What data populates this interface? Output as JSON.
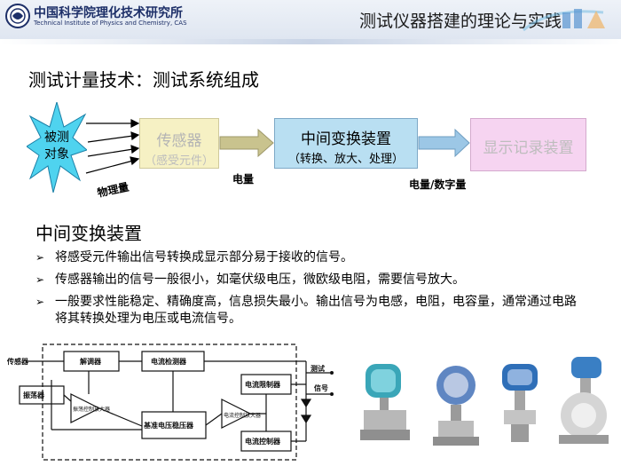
{
  "header": {
    "institute_cn": "中国科学院理化技术研究所",
    "institute_en": "Technical Institute of Physics and Chemistry, CAS",
    "deck_title": "测试仪器搭建的理论与实践"
  },
  "slide_title": "测试计量技术：测试系统组成",
  "flow": {
    "object_line1": "被测",
    "object_line2": "对象",
    "physical_label": "物理量",
    "sensor_title": "传感器",
    "sensor_sub": "（感受元件）",
    "electric_label": "电量",
    "mid_title": "中间变换装置",
    "mid_sub": "（转换、放大、处理）",
    "digital_label": "电量/数字量",
    "display_title": "显示记录装置"
  },
  "section": {
    "title": "中间变换装置",
    "bullet_marker": "➢",
    "bullets": [
      "将感受元件输出信号转换成显示部分易于接收的信号。",
      "传感器输出的信号一般很小，如毫伏级电压，微欧级电阻，需要信号放大。",
      "一般要求性能稳定、精确度高，信息损失最小。输出信号为电感，电阻，电容量，通常通过电路将其转换处理为电压或电流信号。"
    ]
  },
  "circuit": {
    "sensor": "传感器",
    "demodulator": "解调器",
    "current_detector": "电流检测器",
    "oscillator": "振荡器",
    "osc_amp": "振荡控制放大器",
    "ref_regulator": "基准电压稳压器",
    "current_limiter": "电流限制器",
    "current_amp": "电流控制放大器",
    "current_controller": "电流控制器",
    "test": "测试",
    "signal": "信号"
  },
  "colors": {
    "header_text": "#1d2f68",
    "sensor_box": "#f6f1c4",
    "mid_box": "#b9dff2",
    "display_box": "#f6d4f1",
    "arrow_gold": "#c9c38e",
    "arrow_blue": "#9cc7e6"
  }
}
